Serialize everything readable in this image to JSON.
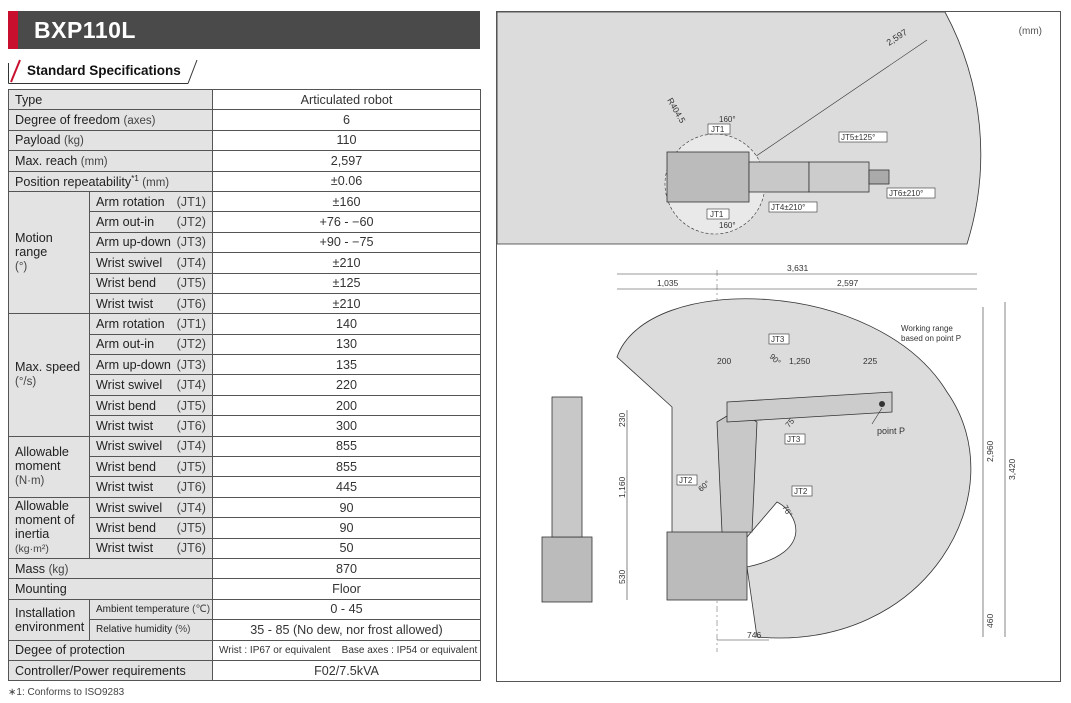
{
  "title": "BXP110L",
  "subtitle": "Standard Specifications",
  "rows": {
    "type": {
      "label": "Type",
      "value": "Articulated robot"
    },
    "dof": {
      "label": "Degree of freedom",
      "unit": "(axes)",
      "value": "6"
    },
    "payload": {
      "label": "Payload",
      "unit": "(kg)",
      "value": "110"
    },
    "reach": {
      "label": "Max. reach",
      "unit": "(mm)",
      "value": "2,597"
    },
    "repeat": {
      "label": "Position repeatability",
      "mark": "*1",
      "unit": "(mm)",
      "value": "±0.06"
    }
  },
  "motion_range": {
    "group_label": "Motion range",
    "group_unit": "(°)",
    "items": [
      {
        "name": "Arm rotation",
        "jt": "(JT1)",
        "value": "±160"
      },
      {
        "name": "Arm out-in",
        "jt": "(JT2)",
        "value": "+76 - −60"
      },
      {
        "name": "Arm up-down",
        "jt": "(JT3)",
        "value": "+90 - −75"
      },
      {
        "name": "Wrist swivel",
        "jt": "(JT4)",
        "value": "±210"
      },
      {
        "name": "Wrist bend",
        "jt": "(JT5)",
        "value": "±125"
      },
      {
        "name": "Wrist twist",
        "jt": "(JT6)",
        "value": "±210"
      }
    ]
  },
  "max_speed": {
    "group_label": "Max. speed",
    "group_unit": "(°/s)",
    "items": [
      {
        "name": "Arm rotation",
        "jt": "(JT1)",
        "value": "140"
      },
      {
        "name": "Arm out-in",
        "jt": "(JT2)",
        "value": "130"
      },
      {
        "name": "Arm up-down",
        "jt": "(JT3)",
        "value": "135"
      },
      {
        "name": "Wrist swivel",
        "jt": "(JT4)",
        "value": "220"
      },
      {
        "name": "Wrist bend",
        "jt": "(JT5)",
        "value": "200"
      },
      {
        "name": "Wrist twist",
        "jt": "(JT6)",
        "value": "300"
      }
    ]
  },
  "allowable_moment": {
    "group_label": "Allowable moment",
    "group_unit": "(N·m)",
    "items": [
      {
        "name": "Wrist swivel",
        "jt": "(JT4)",
        "value": "855"
      },
      {
        "name": "Wrist bend",
        "jt": "(JT5)",
        "value": "855"
      },
      {
        "name": "Wrist twist",
        "jt": "(JT6)",
        "value": "445"
      }
    ]
  },
  "allowable_inertia": {
    "group_label": "Allowable moment of inertia",
    "group_unit": "(kg·m²)",
    "items": [
      {
        "name": "Wrist swivel",
        "jt": "(JT4)",
        "value": "90"
      },
      {
        "name": "Wrist bend",
        "jt": "(JT5)",
        "value": "90"
      },
      {
        "name": "Wrist twist",
        "jt": "(JT6)",
        "value": "50"
      }
    ]
  },
  "mass": {
    "label": "Mass",
    "unit": "(kg)",
    "value": "870"
  },
  "mounting": {
    "label": "Mounting",
    "value": "Floor"
  },
  "installation": {
    "group_label": "Installation environment",
    "items": [
      {
        "name": "Ambient temperature",
        "unit": "(℃)",
        "value": "0 - 45"
      },
      {
        "name": "Relative humidity",
        "unit": "(%)",
        "value": "35 - 85 (No dew, nor frost allowed)"
      }
    ]
  },
  "protection": {
    "label": "Degee of protection",
    "value": "Wrist : IP67 or equivalent    Base axes : IP54 or equivalent"
  },
  "controller": {
    "label": "Controller/Power requirements",
    "value": "F02/7.5kVA"
  },
  "footnote": "∗1: Conforms to ISO9283",
  "diagram": {
    "unit_label": "(mm)",
    "top_view": {
      "radius_label": "2,597",
      "r_label": "R404.5",
      "jt1_angle_top": "160°",
      "jt1_angle_bottom": "160°",
      "jt1_tag": "JT1",
      "jt5_tag": "JT5±125°",
      "jt4_tag": "JT4±210°",
      "jt6_tag": "JT6±210°"
    },
    "side_view": {
      "dim_total": "3,631",
      "dim_left": "1,035",
      "dim_right": "2,597",
      "dim_200": "200",
      "dim_1250": "1,250",
      "dim_225": "225",
      "dim_230": "230",
      "dim_1160": "1,160",
      "dim_530": "530",
      "dim_2960": "2,960",
      "dim_3420": "3,420",
      "dim_460": "460",
      "dim_746": "746",
      "working_range": "Working range",
      "based_on": "based on point P",
      "point_p": "point P",
      "jt3_tag_top": "JT3",
      "jt3_tag_mid": "JT3",
      "jt2_tag_left": "JT2",
      "jt2_tag_right": "JT2",
      "angle_90": "90°",
      "angle_75": "75°",
      "angle_60": "60°",
      "angle_76": "76°"
    }
  }
}
